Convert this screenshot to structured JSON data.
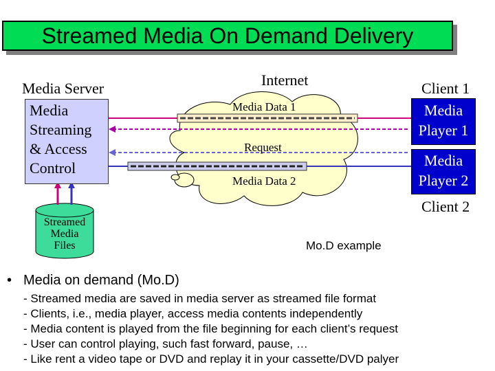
{
  "title": "Streamed Media On Demand Delivery",
  "diagram": {
    "server_label": "Media Server",
    "internet_label": "Internet",
    "client1_label": "Client 1",
    "client2_label": "Client 2",
    "server_box_lines": [
      "Media",
      "Streaming",
      "& Access",
      "Control"
    ],
    "files_lines": [
      "Streamed",
      "Media",
      "Files"
    ],
    "player1_lines": [
      "Media",
      "Player 1"
    ],
    "player2_lines": [
      "Media",
      "Player 2"
    ],
    "media_data_1": "Media Data 1",
    "request": "Request",
    "media_data_2": "Media Data 2",
    "caption": "Mo.D example",
    "colors": {
      "title_bg": "#00dd55",
      "server_box": "#d0d0ff",
      "player_box": "#0000cc",
      "cylinder": "#3ddc9a",
      "stream_1": "#cc0077",
      "stream_2": "#3333bb",
      "request_line": "#aa00aa"
    }
  },
  "bullet": {
    "marker": "•",
    "text": "Media on demand (Mo.D)",
    "items": [
      "- Streamed media are saved in media server as streamed file format",
      "- Clients, i.e., media player, access media contents independently",
      "- Media content is played from the file beginning for each client’s request",
      "- User can control playing, such fast forward, pause, …",
      "- Like rent a video tape or DVD and replay it in your cassette/DVD palyer"
    ]
  }
}
